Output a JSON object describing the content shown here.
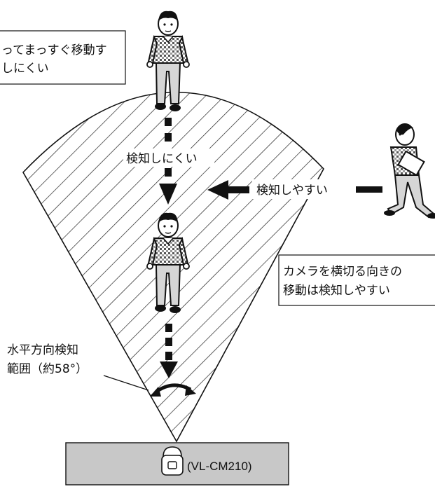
{
  "callouts": {
    "top_line1": "ってまっすぐ移動す",
    "top_line2": "しにくい",
    "right_line1": "カメラを横切る向きの",
    "right_line2": "移動は検知しやすい",
    "range_line1": "水平方向検知",
    "range_line2": "範囲（約58°）"
  },
  "labels": {
    "hard": "検知しにくい",
    "easy": "検知しやすい"
  },
  "camera": {
    "model": "(VL-CM210)"
  },
  "colors": {
    "camera_box": "#c8c8c8",
    "shirt": "#cfcfcf",
    "pants": "#d6d6d6",
    "ink": "#111111"
  }
}
